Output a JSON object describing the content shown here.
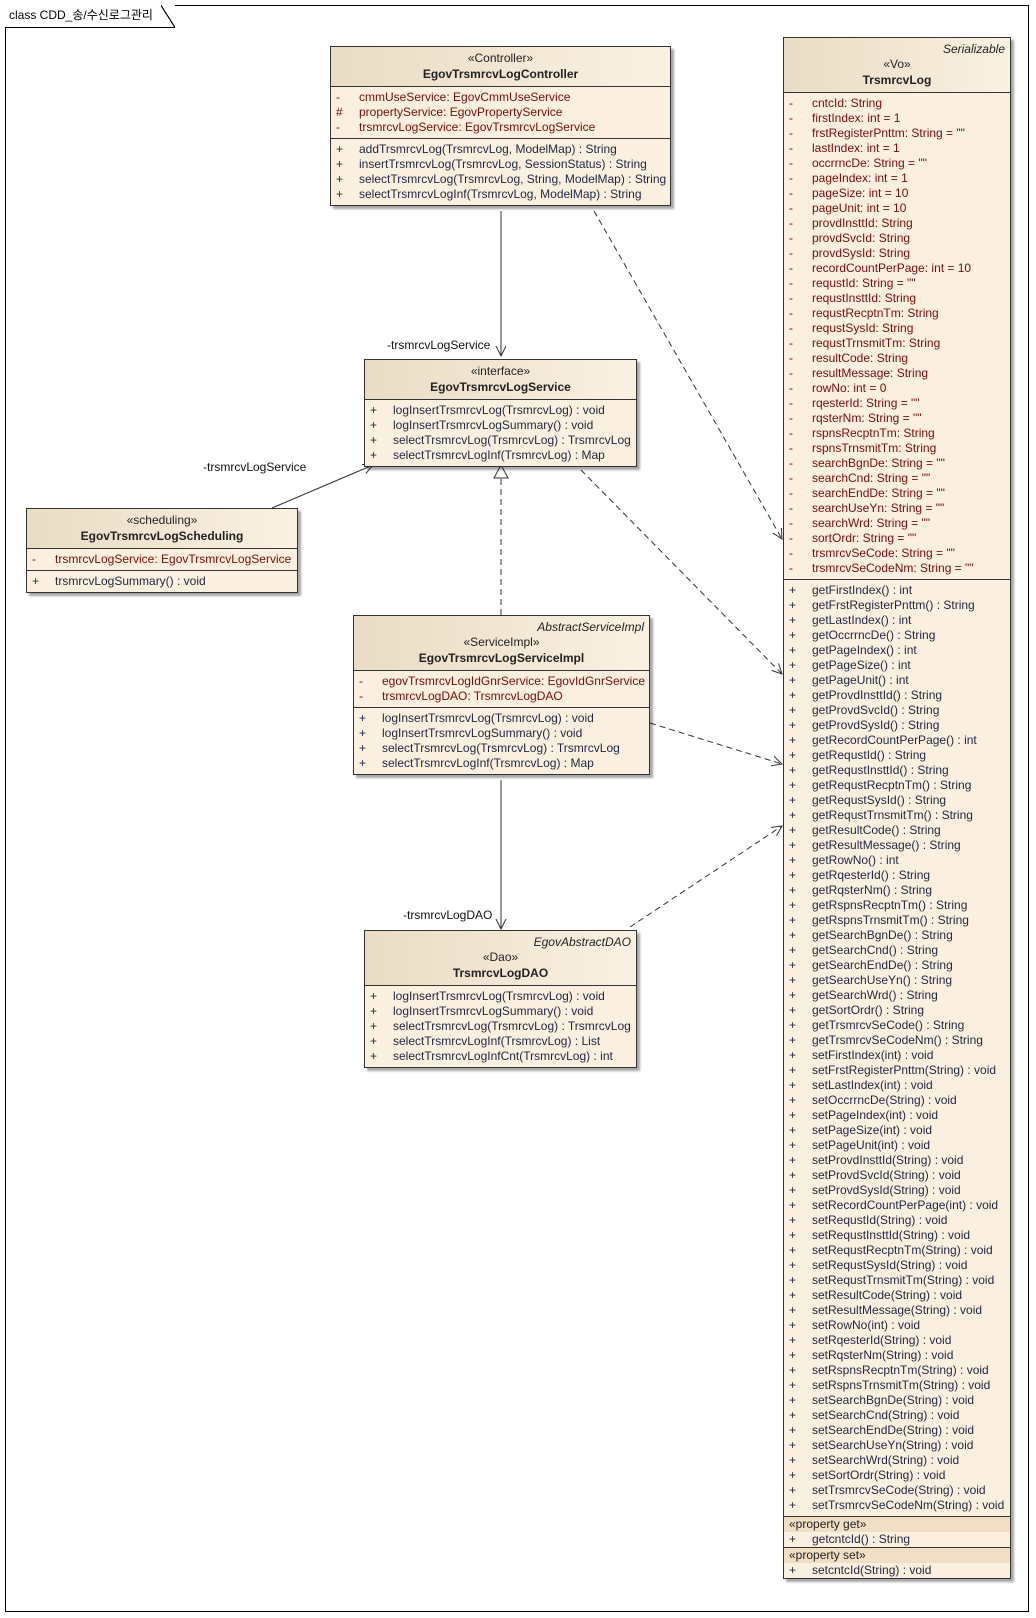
{
  "frame": {
    "title": "class CDD_송/수신로그관리"
  },
  "roles": {
    "controller_to_service": "-trsmrcvLogService",
    "scheduling_to_service": "-trsmrcvLogService",
    "impl_to_dao": "-trsmrcvLogDAO"
  },
  "classes": {
    "controller": {
      "stereotype": "«Controller»",
      "name": "EgovTrsmrcvLogController",
      "attributes": [
        {
          "vis": "-",
          "text": "cmmUseService:  EgovCmmUseService"
        },
        {
          "vis": "#",
          "text": "propertyService:  EgovPropertyService"
        },
        {
          "vis": "-",
          "text": "trsmrcvLogService:  EgovTrsmrcvLogService"
        }
      ],
      "operations": [
        {
          "vis": "+",
          "text": "addTrsmrcvLog(TrsmrcvLog, ModelMap) : String"
        },
        {
          "vis": "+",
          "text": "insertTrsmrcvLog(TrsmrcvLog, SessionStatus) : String"
        },
        {
          "vis": "+",
          "text": "selectTrsmrcvLog(TrsmrcvLog, String, ModelMap) : String"
        },
        {
          "vis": "+",
          "text": "selectTrsmrcvLogInf(TrsmrcvLog, ModelMap) : String"
        }
      ]
    },
    "service": {
      "stereotype": "«interface»",
      "name": "EgovTrsmrcvLogService",
      "attributes": [],
      "operations": [
        {
          "vis": "+",
          "text": "logInsertTrsmrcvLog(TrsmrcvLog) : void"
        },
        {
          "vis": "+",
          "text": "logInsertTrsmrcvLogSummary() : void"
        },
        {
          "vis": "+",
          "text": "selectTrsmrcvLog(TrsmrcvLog) : TrsmrcvLog"
        },
        {
          "vis": "+",
          "text": "selectTrsmrcvLogInf(TrsmrcvLog) : Map"
        }
      ]
    },
    "scheduling": {
      "stereotype": "«scheduling»",
      "name": "EgovTrsmrcvLogScheduling",
      "attributes": [
        {
          "vis": "-",
          "text": "trsmrcvLogService:  EgovTrsmrcvLogService"
        }
      ],
      "operations": [
        {
          "vis": "+",
          "text": "trsmrcvLogSummary() : void"
        }
      ]
    },
    "impl": {
      "parent": "AbstractServiceImpl",
      "stereotype": "«ServiceImpl»",
      "name": "EgovTrsmrcvLogServiceImpl",
      "attributes": [
        {
          "vis": "-",
          "text": "egovTrsmrcvLogIdGnrService:  EgovIdGnrService"
        },
        {
          "vis": "-",
          "text": "trsmrcvLogDAO:  TrsmrcvLogDAO"
        }
      ],
      "operations": [
        {
          "vis": "+",
          "text": "logInsertTrsmrcvLog(TrsmrcvLog) : void"
        },
        {
          "vis": "+",
          "text": "logInsertTrsmrcvLogSummary() : void"
        },
        {
          "vis": "+",
          "text": "selectTrsmrcvLog(TrsmrcvLog) : TrsmrcvLog"
        },
        {
          "vis": "+",
          "text": "selectTrsmrcvLogInf(TrsmrcvLog) : Map"
        }
      ]
    },
    "dao": {
      "parent": "EgovAbstractDAO",
      "stereotype": "«Dao»",
      "name": "TrsmrcvLogDAO",
      "attributes": [],
      "operations": [
        {
          "vis": "+",
          "text": "logInsertTrsmrcvLog(TrsmrcvLog) : void"
        },
        {
          "vis": "+",
          "text": "logInsertTrsmrcvLogSummary() : void"
        },
        {
          "vis": "+",
          "text": "selectTrsmrcvLog(TrsmrcvLog) : TrsmrcvLog"
        },
        {
          "vis": "+",
          "text": "selectTrsmrcvLogInf(TrsmrcvLog) : List"
        },
        {
          "vis": "+",
          "text": "selectTrsmrcvLogInfCnt(TrsmrcvLog) : int"
        }
      ]
    },
    "vo": {
      "parent": "Serializable",
      "stereotype": "«Vo»",
      "name": "TrsmrcvLog",
      "attributes": [
        {
          "vis": "-",
          "text": "cntcId:  String"
        },
        {
          "vis": "-",
          "text": "firstIndex:  int = 1"
        },
        {
          "vis": "-",
          "text": "frstRegisterPnttm:  String = \"\""
        },
        {
          "vis": "-",
          "text": "lastIndex:  int = 1"
        },
        {
          "vis": "-",
          "text": "occrrncDe:  String = \"\""
        },
        {
          "vis": "-",
          "text": "pageIndex:  int = 1"
        },
        {
          "vis": "-",
          "text": "pageSize:  int = 10"
        },
        {
          "vis": "-",
          "text": "pageUnit:  int = 10"
        },
        {
          "vis": "-",
          "text": "provdInsttId:  String"
        },
        {
          "vis": "-",
          "text": "provdSvcId:  String"
        },
        {
          "vis": "-",
          "text": "provdSysId:  String"
        },
        {
          "vis": "-",
          "text": "recordCountPerPage:  int = 10"
        },
        {
          "vis": "-",
          "text": "requstId:  String = \"\""
        },
        {
          "vis": "-",
          "text": "requstInsttId:  String"
        },
        {
          "vis": "-",
          "text": "requstRecptnTm:  String"
        },
        {
          "vis": "-",
          "text": "requstSysId:  String"
        },
        {
          "vis": "-",
          "text": "requstTrnsmitTm:  String"
        },
        {
          "vis": "-",
          "text": "resultCode:  String"
        },
        {
          "vis": "-",
          "text": "resultMessage:  String"
        },
        {
          "vis": "-",
          "text": "rowNo:  int = 0"
        },
        {
          "vis": "-",
          "text": "rqesterId:  String = \"\""
        },
        {
          "vis": "-",
          "text": "rqsterNm:  String = \"\""
        },
        {
          "vis": "-",
          "text": "rspnsRecptnTm:  String"
        },
        {
          "vis": "-",
          "text": "rspnsTrnsmitTm:  String"
        },
        {
          "vis": "-",
          "text": "searchBgnDe:  String = \"\""
        },
        {
          "vis": "-",
          "text": "searchCnd:  String = \"\""
        },
        {
          "vis": "-",
          "text": "searchEndDe:  String = \"\""
        },
        {
          "vis": "-",
          "text": "searchUseYn:  String = \"\""
        },
        {
          "vis": "-",
          "text": "searchWrd:  String = \"\""
        },
        {
          "vis": "-",
          "text": "sortOrdr:  String = \"\""
        },
        {
          "vis": "-",
          "text": "trsmrcvSeCode:  String = \"\""
        },
        {
          "vis": "-",
          "text": "trsmrcvSeCodeNm:  String = \"\""
        }
      ],
      "operations": [
        {
          "vis": "+",
          "text": "getFirstIndex() : int"
        },
        {
          "vis": "+",
          "text": "getFrstRegisterPnttm() : String"
        },
        {
          "vis": "+",
          "text": "getLastIndex() : int"
        },
        {
          "vis": "+",
          "text": "getOccrrncDe() : String"
        },
        {
          "vis": "+",
          "text": "getPageIndex() : int"
        },
        {
          "vis": "+",
          "text": "getPageSize() : int"
        },
        {
          "vis": "+",
          "text": "getPageUnit() : int"
        },
        {
          "vis": "+",
          "text": "getProvdInsttId() : String"
        },
        {
          "vis": "+",
          "text": "getProvdSvcId() : String"
        },
        {
          "vis": "+",
          "text": "getProvdSysId() : String"
        },
        {
          "vis": "+",
          "text": "getRecordCountPerPage() : int"
        },
        {
          "vis": "+",
          "text": "getRequstId() : String"
        },
        {
          "vis": "+",
          "text": "getRequstInsttId() : String"
        },
        {
          "vis": "+",
          "text": "getRequstRecptnTm() : String"
        },
        {
          "vis": "+",
          "text": "getRequstSysId() : String"
        },
        {
          "vis": "+",
          "text": "getRequstTrnsmitTm() : String"
        },
        {
          "vis": "+",
          "text": "getResultCode() : String"
        },
        {
          "vis": "+",
          "text": "getResultMessage() : String"
        },
        {
          "vis": "+",
          "text": "getRowNo() : int"
        },
        {
          "vis": "+",
          "text": "getRqesterId() : String"
        },
        {
          "vis": "+",
          "text": "getRqsterNm() : String"
        },
        {
          "vis": "+",
          "text": "getRspnsRecptnTm() : String"
        },
        {
          "vis": "+",
          "text": "getRspnsTrnsmitTm() : String"
        },
        {
          "vis": "+",
          "text": "getSearchBgnDe() : String"
        },
        {
          "vis": "+",
          "text": "getSearchCnd() : String"
        },
        {
          "vis": "+",
          "text": "getSearchEndDe() : String"
        },
        {
          "vis": "+",
          "text": "getSearchUseYn() : String"
        },
        {
          "vis": "+",
          "text": "getSearchWrd() : String"
        },
        {
          "vis": "+",
          "text": "getSortOrdr() : String"
        },
        {
          "vis": "+",
          "text": "getTrsmrcvSeCode() : String"
        },
        {
          "vis": "+",
          "text": "getTrsmrcvSeCodeNm() : String"
        },
        {
          "vis": "+",
          "text": "setFirstIndex(int) : void"
        },
        {
          "vis": "+",
          "text": "setFrstRegisterPnttm(String) : void"
        },
        {
          "vis": "+",
          "text": "setLastIndex(int) : void"
        },
        {
          "vis": "+",
          "text": "setOccrrncDe(String) : void"
        },
        {
          "vis": "+",
          "text": "setPageIndex(int) : void"
        },
        {
          "vis": "+",
          "text": "setPageSize(int) : void"
        },
        {
          "vis": "+",
          "text": "setPageUnit(int) : void"
        },
        {
          "vis": "+",
          "text": "setProvdInsttId(String) : void"
        },
        {
          "vis": "+",
          "text": "setProvdSvcId(String) : void"
        },
        {
          "vis": "+",
          "text": "setProvdSysId(String) : void"
        },
        {
          "vis": "+",
          "text": "setRecordCountPerPage(int) : void"
        },
        {
          "vis": "+",
          "text": "setRequstId(String) : void"
        },
        {
          "vis": "+",
          "text": "setRequstInsttId(String) : void"
        },
        {
          "vis": "+",
          "text": "setRequstRecptnTm(String) : void"
        },
        {
          "vis": "+",
          "text": "setRequstSysId(String) : void"
        },
        {
          "vis": "+",
          "text": "setRequstTrnsmitTm(String) : void"
        },
        {
          "vis": "+",
          "text": "setResultCode(String) : void"
        },
        {
          "vis": "+",
          "text": "setResultMessage(String) : void"
        },
        {
          "vis": "+",
          "text": "setRowNo(int) : void"
        },
        {
          "vis": "+",
          "text": "setRqesterId(String) : void"
        },
        {
          "vis": "+",
          "text": "setRqsterNm(String) : void"
        },
        {
          "vis": "+",
          "text": "setRspnsRecptnTm(String) : void"
        },
        {
          "vis": "+",
          "text": "setRspnsTrnsmitTm(String) : void"
        },
        {
          "vis": "+",
          "text": "setSearchBgnDe(String) : void"
        },
        {
          "vis": "+",
          "text": "setSearchCnd(String) : void"
        },
        {
          "vis": "+",
          "text": "setSearchEndDe(String) : void"
        },
        {
          "vis": "+",
          "text": "setSearchUseYn(String) : void"
        },
        {
          "vis": "+",
          "text": "setSearchWrd(String) : void"
        },
        {
          "vis": "+",
          "text": "setSortOrdr(String) : void"
        },
        {
          "vis": "+",
          "text": "setTrsmrcvSeCode(String) : void"
        },
        {
          "vis": "+",
          "text": "setTrsmrcvSeCodeNm(String) : void"
        }
      ],
      "property_sections": [
        {
          "title": "«property get»",
          "operations": [
            {
              "vis": "+",
              "text": "getcntcId() : String"
            }
          ]
        },
        {
          "title": "«property set»",
          "operations": [
            {
              "vis": "+",
              "text": "setcntcId(String) : void"
            }
          ]
        }
      ]
    }
  }
}
